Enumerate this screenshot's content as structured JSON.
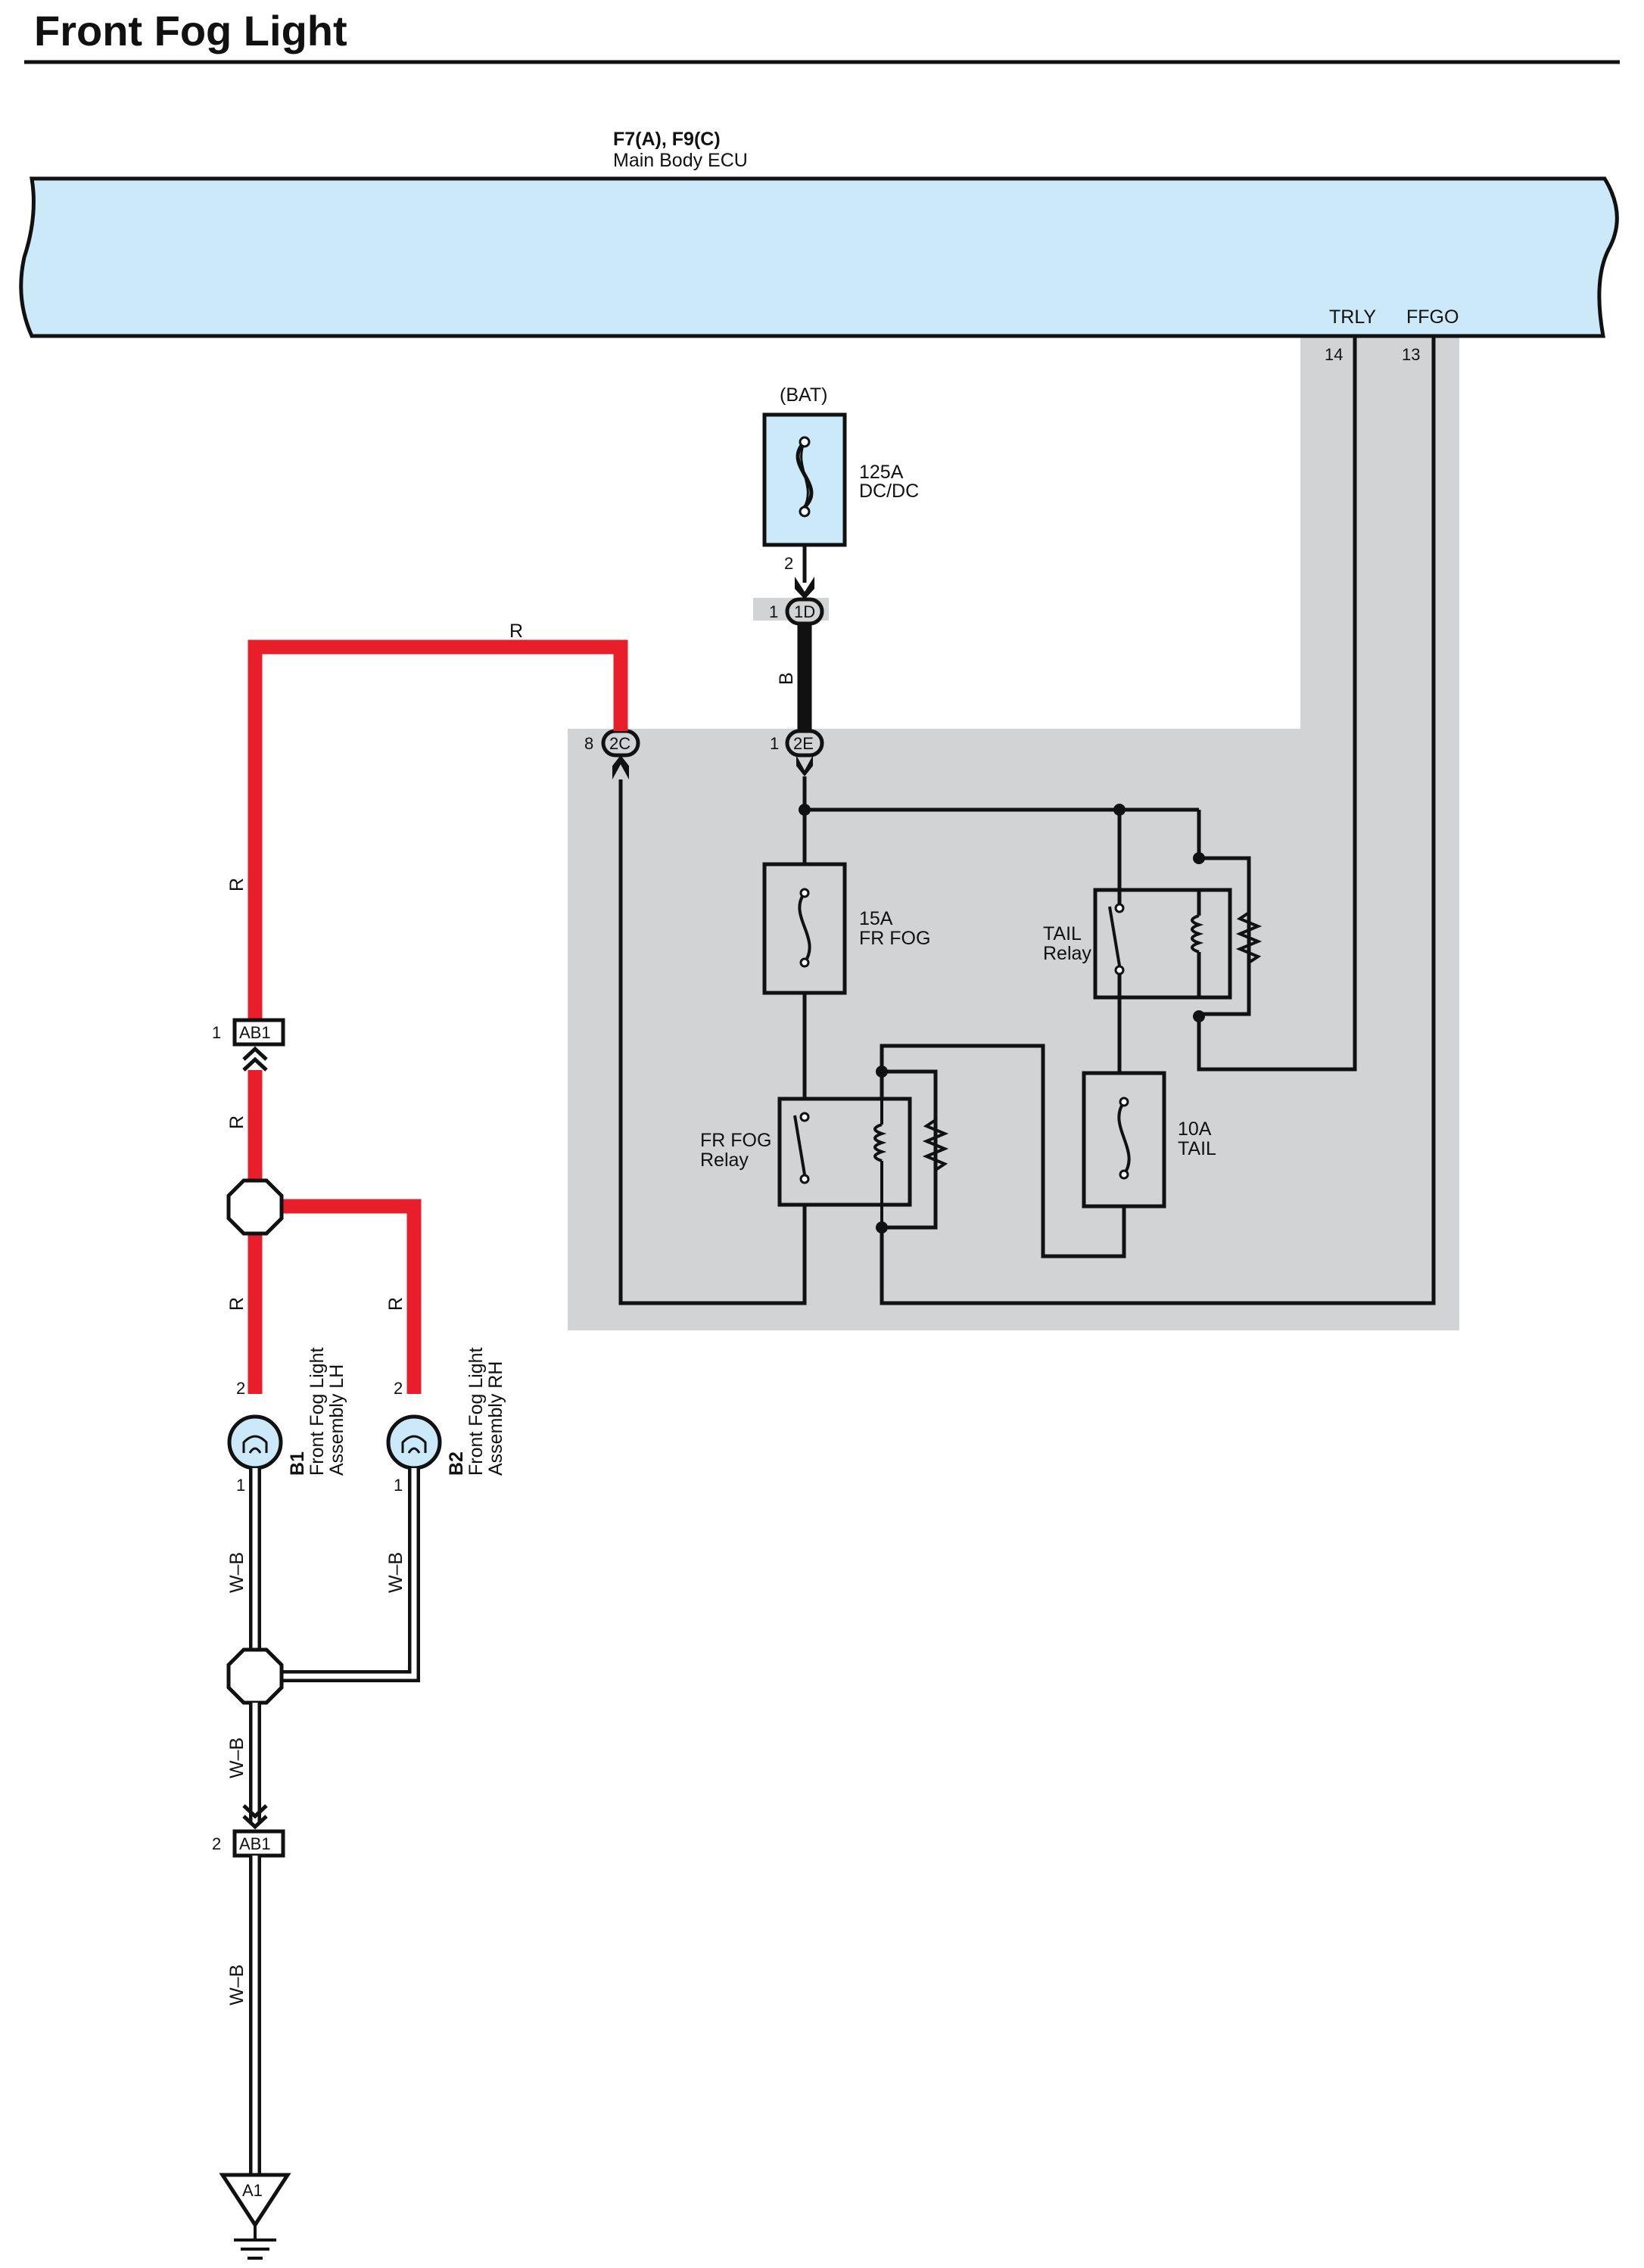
{
  "title": "Front Fog Light",
  "ecu": {
    "connectors": "F7(A), F9(C)",
    "name": "Main Body ECU",
    "terminals": [
      {
        "name": "TRLY",
        "pin": "14"
      },
      {
        "name": "FFGO",
        "pin": "13"
      }
    ]
  },
  "battery": {
    "label": "(BAT)",
    "fuse_rating": "125A",
    "fuse_name": "DC/DC",
    "pin_out": "2"
  },
  "connectors": {
    "c1d": {
      "id": "1D",
      "pin": "1"
    },
    "c2e": {
      "id": "2E",
      "pin": "1"
    },
    "c2c": {
      "id": "2C",
      "pin": "8"
    },
    "ab1_top": {
      "id": "AB1",
      "pin": "1"
    },
    "ab1_bottom": {
      "id": "AB1",
      "pin": "2"
    }
  },
  "fuses": {
    "fr_fog": {
      "rating": "15A",
      "name": "FR FOG"
    },
    "tail": {
      "rating": "10A",
      "name": "TAIL"
    }
  },
  "relays": {
    "tail": {
      "line1": "TAIL",
      "line2": "Relay"
    },
    "fr_fog": {
      "line1": "FR FOG",
      "line2": "Relay"
    }
  },
  "wires": {
    "red": "R",
    "black": "B",
    "white_black": "W–B"
  },
  "lights": {
    "lh": {
      "code": "B1",
      "line1": "Front Fog Light",
      "line2": "Assembly LH",
      "pin_top": "2",
      "pin_bottom": "1"
    },
    "rh": {
      "code": "B2",
      "line1": "Front Fog Light",
      "line2": "Assembly RH",
      "pin_top": "2",
      "pin_bottom": "1"
    }
  },
  "ground": {
    "id": "A1"
  }
}
